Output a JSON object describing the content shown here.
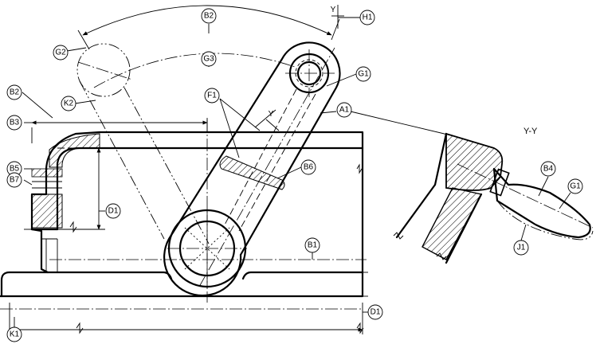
{
  "callouts": {
    "b2_top": "B2",
    "h1": "H1",
    "g2": "G2",
    "g3": "G3",
    "g1_top": "G1",
    "b2_left": "B2",
    "k2": "K2",
    "f1": "F1",
    "a1": "A1",
    "b3": "B3",
    "b5": "B5",
    "b6": "B6",
    "b7": "B7",
    "d1_mid": "D1",
    "b1": "B1",
    "d1_bottom": "D1",
    "k1": "K1",
    "b4": "B4",
    "g1_section": "G1",
    "j1": "J1"
  },
  "section_letters": {
    "cut_top": "Y",
    "cut_mid": "Y"
  },
  "section_title": "Y-Y"
}
